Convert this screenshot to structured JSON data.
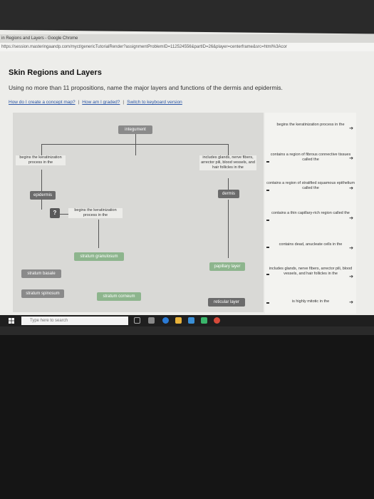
{
  "browser": {
    "window_title": "in Regions and Layers - Google Chrome",
    "url": "https://session.masteringaandp.com/myct/genericTutorialRender?assignmentProblemID=112524556&partID=26&player=centerframe&src=html%3Acor"
  },
  "page": {
    "title": "Skin Regions and Layers",
    "instructions": "Using no more than 11 propositions, name the major layers and functions of the dermis and epidermis.",
    "links": [
      "How do I create a concept map?",
      "How am I graded?",
      "Switch to keyboard version"
    ]
  },
  "map": {
    "nodes": {
      "integument": "integument",
      "epidermis": "epidermis",
      "dermis": "dermis",
      "stratum_granulosum": "stratum granulosum",
      "stratum_basale": "stratum basale",
      "stratum_spinosum": "stratum spinosum",
      "stratum_corneum": "stratum corneum",
      "papillary_layer": "papillary layer",
      "reticular_layer": "reticular layer"
    },
    "links": {
      "begins_left": "begins the keratinization process in the",
      "includes_glands": "includes glands, nerve fibers, arrector pili, blood vessels, and hair follicles in the",
      "begins_small": "begins the keratinization process in the"
    },
    "question_mark": "?"
  },
  "bank": {
    "items": [
      "begins the keratinization process in the",
      "contains a region of fibrous connective tissues called the",
      "contains a region of stratified squamous epithelium called the",
      "contains a thin capillary-rich region called the",
      "contains dead, anucleate cells in the",
      "includes glands, nerve fibers, arrector pili, blood vessels, and hair follicles in the",
      "is highly mitotic in the"
    ]
  },
  "taskbar": {
    "search_placeholder": "Type here to search"
  }
}
